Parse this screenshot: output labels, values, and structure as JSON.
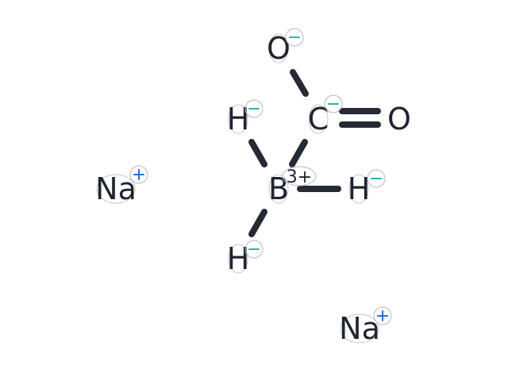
{
  "molecule": {
    "atoms": [
      {
        "id": "o_top",
        "symbol": "O",
        "charge": "−",
        "charge_kind": "minus"
      },
      {
        "id": "c",
        "symbol": "C",
        "charge": "−",
        "charge_kind": "minus"
      },
      {
        "id": "o_right",
        "symbol": "O",
        "charge": "",
        "charge_kind": "none"
      },
      {
        "id": "h_upper_left",
        "symbol": "H",
        "charge": "−",
        "charge_kind": "minus"
      },
      {
        "id": "b",
        "symbol": "B",
        "charge": "3+",
        "charge_kind": "text"
      },
      {
        "id": "h_right",
        "symbol": "H",
        "charge": "−",
        "charge_kind": "minus"
      },
      {
        "id": "h_lower_left",
        "symbol": "H",
        "charge": "−",
        "charge_kind": "minus"
      },
      {
        "id": "na_left",
        "symbol": "Na",
        "charge": "+",
        "charge_kind": "plus"
      },
      {
        "id": "na_bottom",
        "symbol": "Na",
        "charge": "+",
        "charge_kind": "plus"
      }
    ],
    "bonds": [
      {
        "from": "o_top",
        "to": "c",
        "order": 1
      },
      {
        "from": "c",
        "to": "o_right",
        "order": 2
      },
      {
        "from": "h_upper_left",
        "to": "b",
        "order": 1
      },
      {
        "from": "c",
        "to": "b",
        "order": 1
      },
      {
        "from": "b",
        "to": "h_right",
        "order": 1
      },
      {
        "from": "b",
        "to": "h_lower_left",
        "order": 1
      }
    ]
  },
  "colors": {
    "atom_text": "#1f2430",
    "bond": "#252a35",
    "charge_minus": "#2bb5a5",
    "charge_plus": "#2b6fd6",
    "circle_outline": "#b8b8b8"
  }
}
